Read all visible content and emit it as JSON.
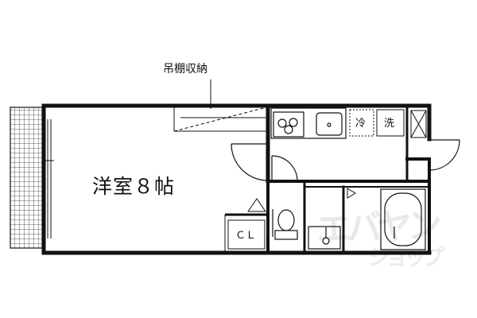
{
  "floor_plan": {
    "room_label": "洋室８帖",
    "storage_label": "吊棚収納",
    "closet_label": "ＣＬ",
    "fridge_label": "冷",
    "washer_label": "洗"
  },
  "watermark": {
    "line1": "エバヤン",
    "line2": "ショップ"
  },
  "colors": {
    "line": "#111111",
    "watermark": "#e6e6e6"
  }
}
